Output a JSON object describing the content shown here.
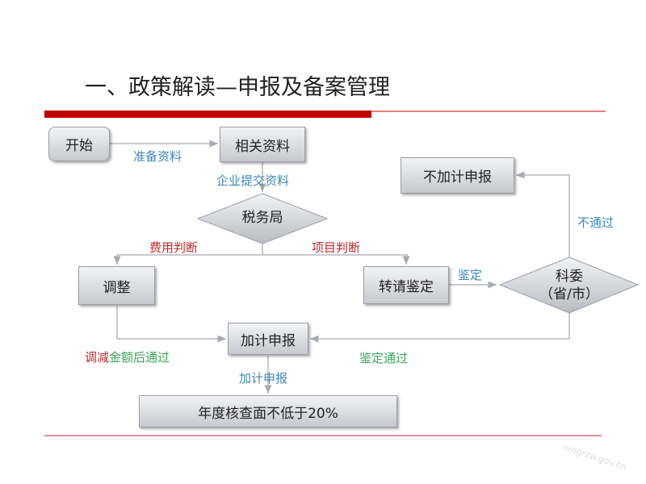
{
  "title": "一、政策解读—申报及备案管理",
  "nodes": {
    "start": "开始",
    "materials": "相关资料",
    "tax_bureau": "税务局",
    "adjust": "调整",
    "transfer": "转请鉴定",
    "science_committee_line1": "科委",
    "science_committee_line2": "（省/市）",
    "no_deduction": "不加计申报",
    "deduction": "加计申报",
    "annual_check": "年度核查面不低于20%"
  },
  "edges": {
    "prepare": "准备资料",
    "submit": "企业提交资料",
    "expense": "费用判断",
    "project": "项目判断",
    "appraise": "鉴定",
    "reject": "不通过",
    "reduce_red": "调减",
    "reduce_green": "金额后通过",
    "appraise_pass": "鉴定通过",
    "declare": "加计申报"
  },
  "watermark": "nmgrzw.gov.cn",
  "colors": {
    "accent": "#c00000",
    "blue": "#3c8ab8",
    "red": "#c0282c",
    "green": "#3aa65a"
  }
}
